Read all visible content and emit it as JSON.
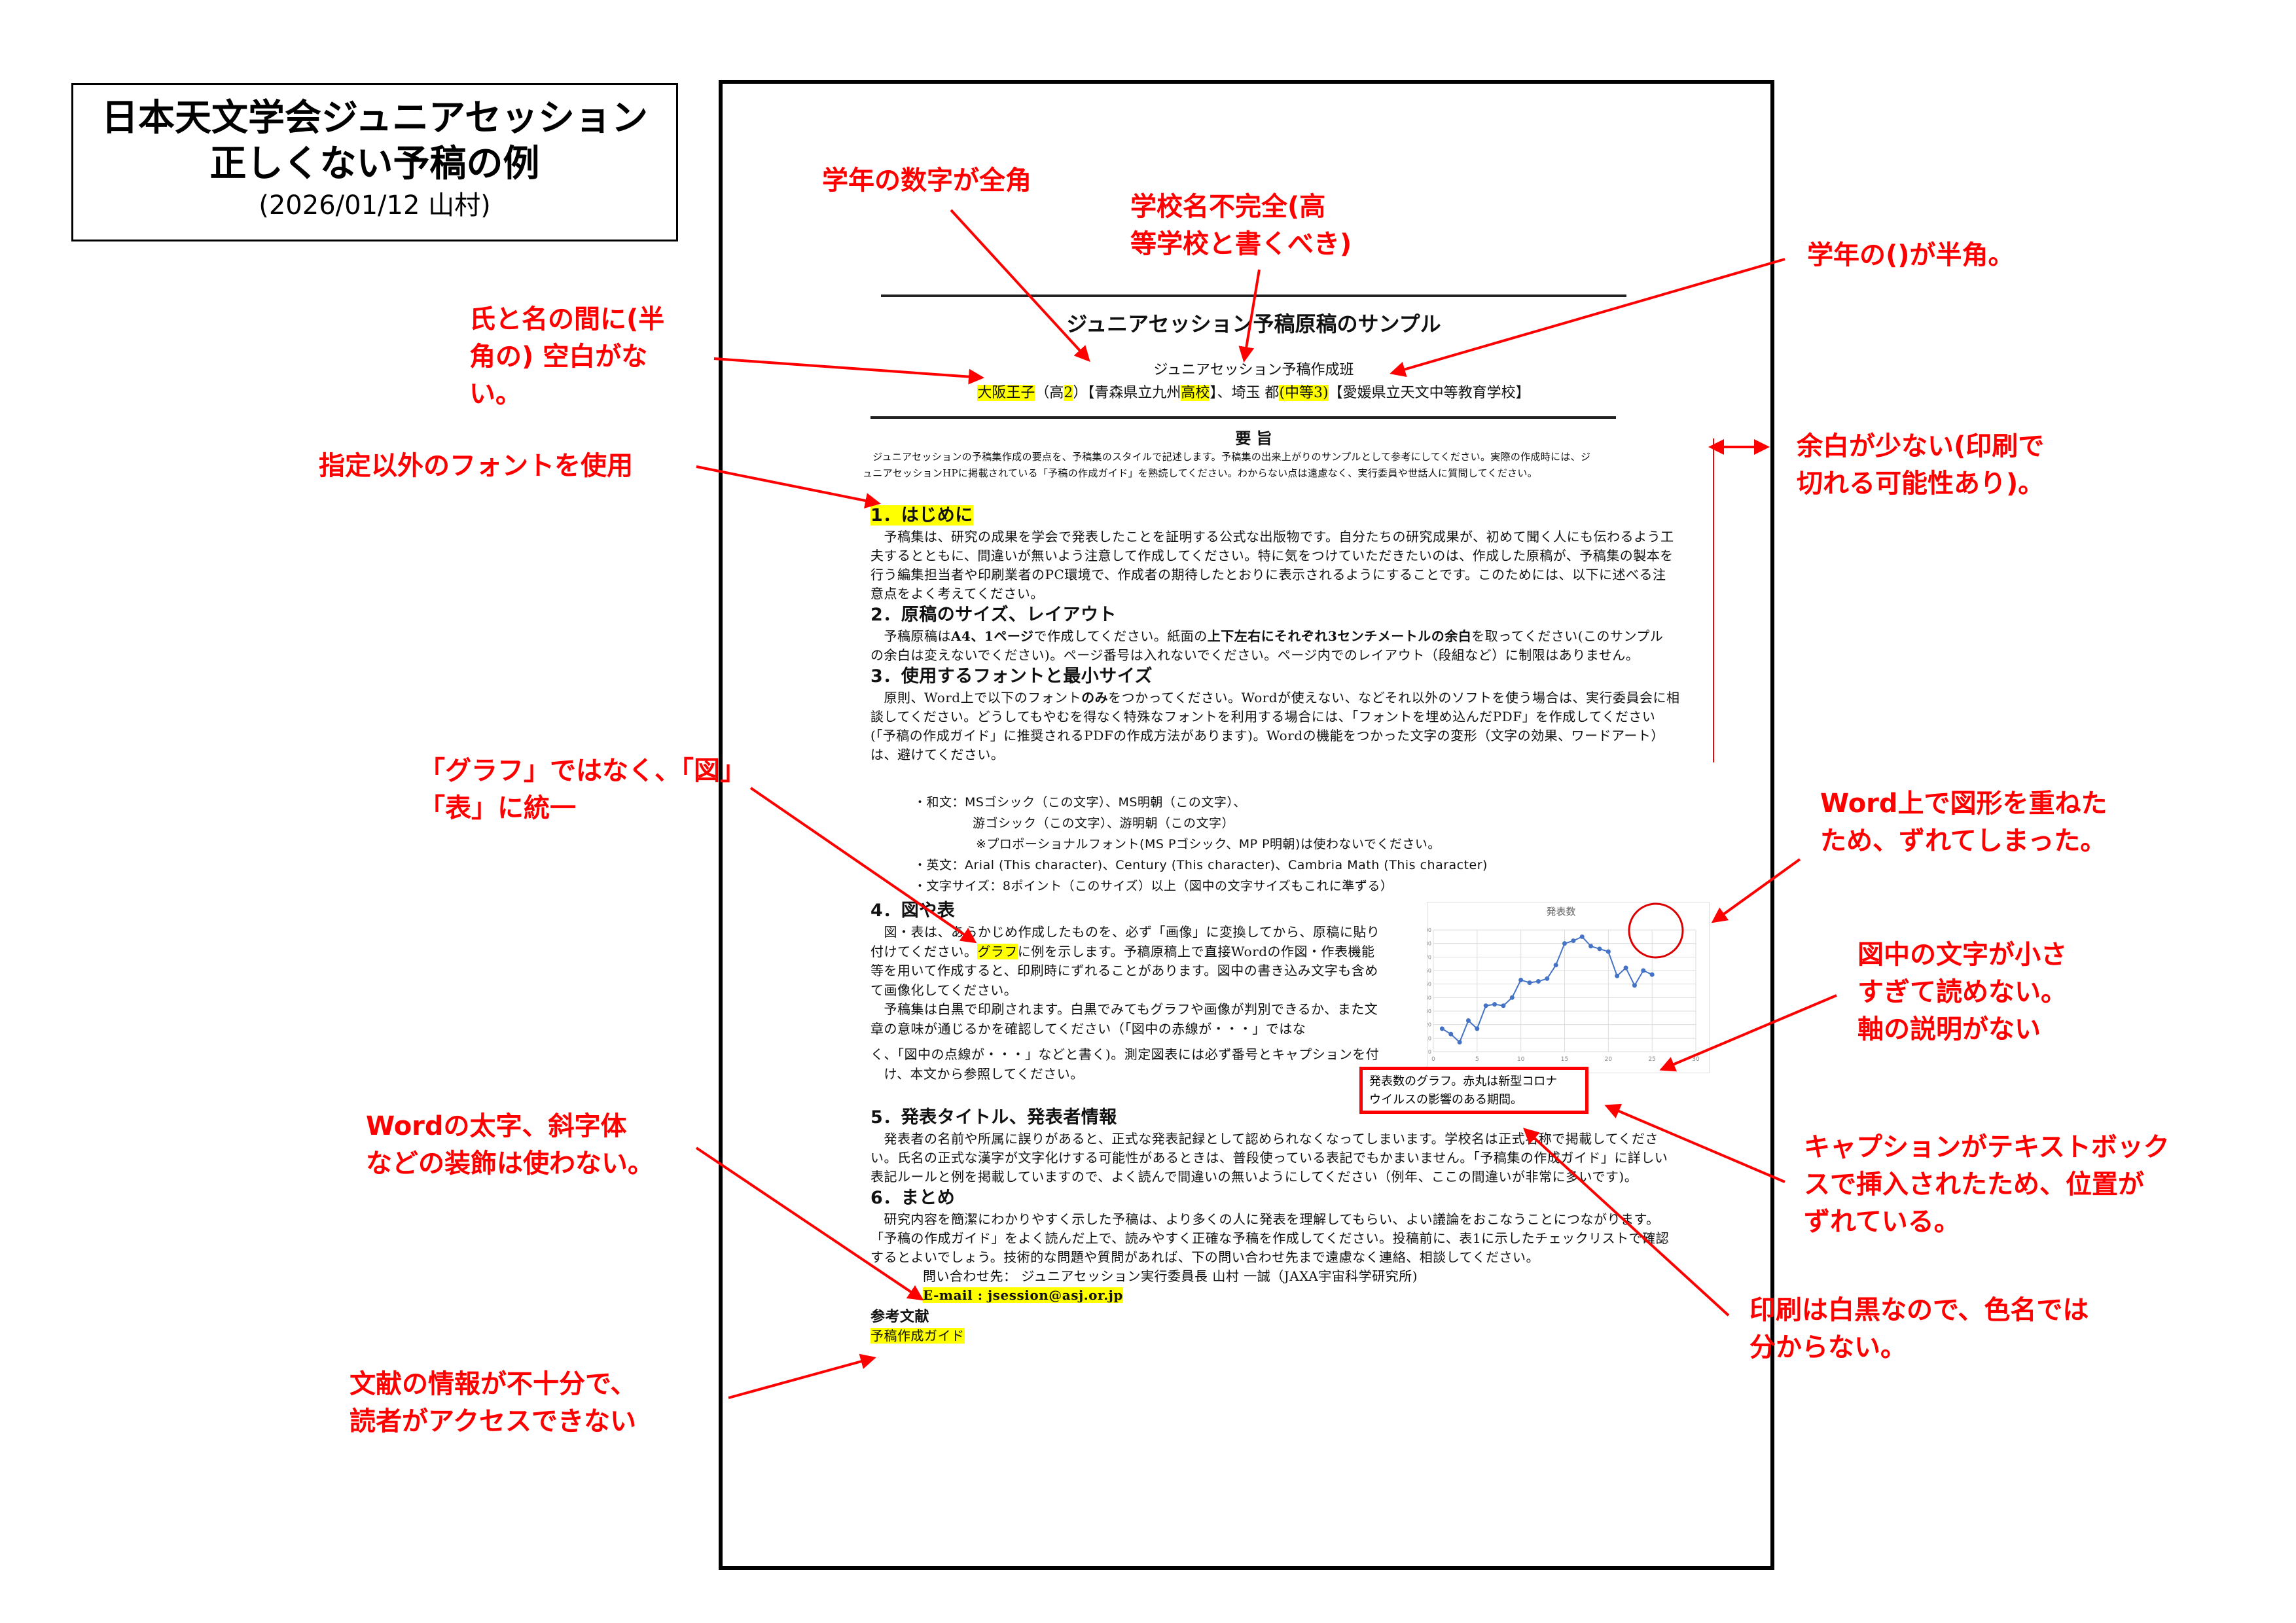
{
  "header": {
    "title_line1": "日本天文学会ジュニアセッション",
    "title_line2": "正しくない予稿の例",
    "title_line3": "(2026/01/12 山村)"
  },
  "doc": {
    "title": "ジュニアセッション予稿原稿のサンプル",
    "author_group": "ジュニアセッション予稿作成班",
    "authors": [
      "大阪王子",
      "（高",
      "2",
      "）【青森県立九州",
      "高校",
      "】、埼玉 都",
      "(中等3)",
      "【愛媛県立天文中等教育学校】"
    ],
    "abstract_heading": "要 旨",
    "abstract": [
      "　ジュニアセッションの予稿集作成の要点を、予稿集のスタイルで記述します。予稿集の出来上がりのサンプルとして参考にしてください。実際の作成時には、ジ",
      "ュニアセッションHPに掲載されている「予稿の作成ガイド」を熟読してください。わからない点は遠慮なく、実行委員や世話人に質問してください。"
    ],
    "s1": {
      "heading": "1．はじめに",
      "lines": [
        "　予稿集は、研究の成果を学会で発表したことを証明する公式な出版物です。自分たちの研究成果が、初めて聞く人にも伝わるよう工",
        "夫するとともに、間違いが無いよう注意して作成してください。特に気をつけていただきたいのは、作成した原稿が、予稿集の製本を",
        "行う編集担当者や印刷業者のPC環境で、作成者の期待したとおりに表示されるようにすることです。このためには、以下に述べる注",
        "意点をよく考えてください。"
      ]
    },
    "s2": {
      "heading": "2．原稿のサイズ、レイアウト",
      "line1": [
        "　予稿原稿は",
        "A4、1ページ",
        "で作成してください。紙面の",
        "上下左右にそれぞれ3センチメートルの余白",
        "を取ってください(このサンプル"
      ],
      "line2": "の余白は変えないでください)。ページ番号は入れないでください。ページ内でのレイアウト（段組など）に制限はありません。"
    },
    "s3": {
      "heading": "3．使用するフォントと最小サイズ",
      "line1": [
        "　原則、Word上で以下のフォント",
        "のみ",
        "をつかってください。Wordが使えない、などそれ以外のソフトを使う場合は、実行委員会に相"
      ],
      "lines": [
        "談してください。どうしてもやむを得なく特殊なフォントを利用する場合には、「フォントを埋め込んだPDF」を作成してください",
        "(「予稿の作成ガイド」に推奨されるPDFの作成方法があります)。Wordの機能をつかった文字の変形（文字の効果、ワードアート）",
        "は、避けてください。"
      ]
    },
    "fonts": [
      "・和文：MSゴシック（この文字）、MS明朝（この文字）、",
      "游ゴシック（この文字）、游明朝（この文字）",
      "※プロポーショナルフォント(MS Pゴシック、MP P明朝)は使わないでください。",
      "・英文：Arial (This character)、Century (This character)、Cambria Math (This character)",
      "・文字サイズ：8ポイント（このサイズ）以上（図中の文字サイズもこれに準ずる）"
    ],
    "s4": {
      "heading": "4．図や表",
      "line1": "　図・表は、あらかじめ作成したものを、必ず「画像」に変換してから、原稿に貼り",
      "line2": [
        "付けてください。",
        "グラフ",
        "に例を示します。予稿原稿上で直接Wordの作図・作表機能"
      ],
      "lines": [
        "等を用いて作成すると、印刷時にずれることがあります。図中の書き込み文字も含め",
        "て画像化してください。",
        "　予稿集は白黒で印刷されます。白黒でみてもグラフや画像が判別できるか、また文",
        "章の意味が通じるかを確認してください（「図中の赤線が・・・」ではな"
      ],
      "lines2": [
        "く、「図中の点線が・・・」などと書く)。測定図表には必ず番号とキャプションを付",
        "　け、本文から参照してください。"
      ]
    },
    "caption": [
      "発表数のグラフ。赤丸は新型コロナ",
      "ウイルスの影響のある期間。"
    ],
    "s5": {
      "heading": "5．発表タイトル、発表者情報",
      "lines": [
        "　発表者の名前や所属に誤りがあると、正式な発表記録として認められなくなってしまいます。学校名は正式名称で掲載してくださ",
        "い。氏名の正式な漢字が文字化けする可能性があるときは、普段使っている表記でもかまいません。「予稿集の作成ガイド」に詳しい",
        "表記ルールと例を掲載していますので、よく読んで間違いの無いようにしてください（例年、ここの間違いが非常に多いです)。"
      ]
    },
    "s6": {
      "heading": "6．まとめ",
      "lines": [
        "　研究内容を簡潔にわかりやすく示した予稿は、より多くの人に発表を理解してもらい、よい議論をおこなうことにつながります。",
        "「予稿の作成ガイド」をよく読んだ上で、読みやすく正確な予稿を作成してください。投稿前に、表1に示したチェックリストで確認",
        "するとよいでしょう。技術的な問題や質問があれば、下の問い合わせ先まで遠慮なく連絡、相談してください。"
      ]
    },
    "contact": "問い合わせ先： ジュニアセッション実行委員長 山村 一誠（JAXA宇宙科学研究所)",
    "email": "E-mail : jsession@asj.or.jp",
    "refs_heading": "参考文献",
    "refs_item": "予稿作成ガイド"
  },
  "annotations": {
    "a1": [
      "学年の数字が全角"
    ],
    "a2": [
      "学校名不完全(高",
      "等学校と書くべき)"
    ],
    "a3": [
      "学年の()が半角。"
    ],
    "a4": [
      "氏と名の間に(半",
      "角の) 空白がな",
      "い。"
    ],
    "a5": [
      "指定以外のフォントを使用"
    ],
    "a6": [
      "余白が少ない(印刷で",
      "切れる可能性あり)。"
    ],
    "a7": [
      "「グラフ」ではなく、「図」",
      "「表」に統一"
    ],
    "a8": [
      "Word上で図形を重ねた",
      "ため、ずれてしまった。"
    ],
    "a9": [
      "図中の文字が小さ",
      "すぎて読めない。",
      "軸の説明がない"
    ],
    "a10": [
      "Wordの太字、斜字体",
      "などの装飾は使わない。"
    ],
    "a11": [
      "キャプションがテキストボック",
      "スで挿入されたため、位置が",
      "ずれている。"
    ],
    "a12": [
      "印刷は白黒なので、色名では",
      "分からない。"
    ],
    "a13": [
      "文献の情報が不十分で、",
      "読者がアクセスできない"
    ]
  },
  "colors": {
    "annotation": "#ff0000",
    "highlight": "#ffff00",
    "series": "#4472c4"
  },
  "chart_data": {
    "type": "line",
    "title": "発表数",
    "x": [
      1,
      2,
      3,
      4,
      5,
      6,
      7,
      8,
      9,
      10,
      11,
      12,
      13,
      14,
      15,
      16,
      17,
      18,
      19,
      20,
      21,
      22,
      23,
      24,
      25
    ],
    "values": [
      17,
      13,
      7,
      23,
      17,
      34,
      35,
      34,
      40,
      53,
      51,
      52,
      54,
      64,
      80,
      82,
      85,
      78,
      76,
      74,
      56,
      62,
      49,
      60,
      57
    ],
    "xlim": [
      0,
      30
    ],
    "ylim": [
      0,
      90
    ],
    "xticks": [
      "0",
      "5",
      "10",
      "15",
      "20",
      "25",
      "30"
    ],
    "yticks": [
      "0",
      "10",
      "20",
      "30",
      "40",
      "50",
      "60",
      "70",
      "80",
      "90"
    ],
    "xlabel": "",
    "ylabel": "",
    "grid": true
  }
}
